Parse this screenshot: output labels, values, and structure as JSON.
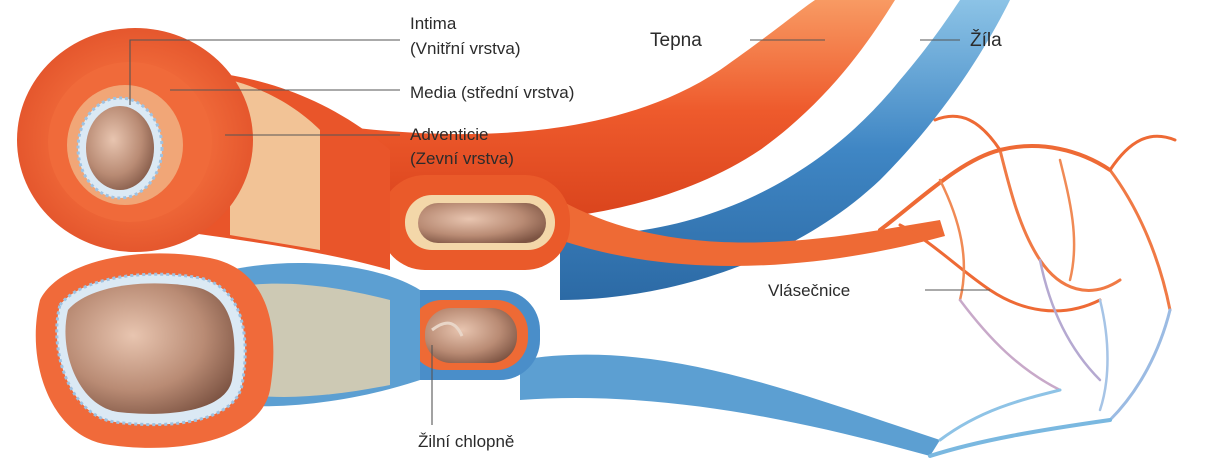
{
  "labels": {
    "intima_line1": "Intima",
    "intima_line2": "(Vnitřní vrstva)",
    "media": "Media (střední vrstva)",
    "adventicie_line1": "Adventicie",
    "adventicie_line2": "(Zevní vrstva)",
    "tepna": "Tepna",
    "zila": "Žíla",
    "vlasecnice": "Vlásečnice",
    "zilni_chlopne": "Žilní chlopně"
  },
  "colors": {
    "artery": "#ee5a2c",
    "artery_light": "#f7905c",
    "vein": "#3f86c4",
    "vein_light": "#7ab8e0",
    "lumen": "#b98b74",
    "media_band": "#f3d7a9",
    "endothelium": "#cfe3f3",
    "background": "#ffffff"
  }
}
